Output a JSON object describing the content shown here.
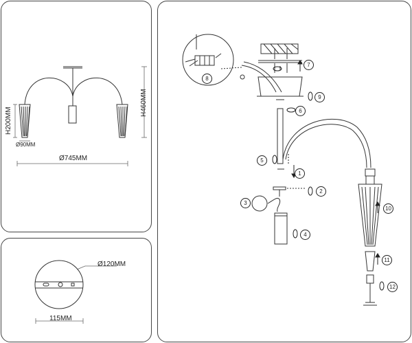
{
  "dimensions": {
    "diameter_total": "Ø745MM",
    "height_total": "H460MM",
    "shade_height": "H200MM",
    "shade_diameter": "Ø90MM",
    "canopy_diameter": "Ø120MM",
    "canopy_width": "115MM"
  },
  "steps": [
    "1",
    "2",
    "3",
    "4",
    "5",
    "6",
    "7",
    "8",
    "9",
    "10",
    "11",
    "12"
  ]
}
